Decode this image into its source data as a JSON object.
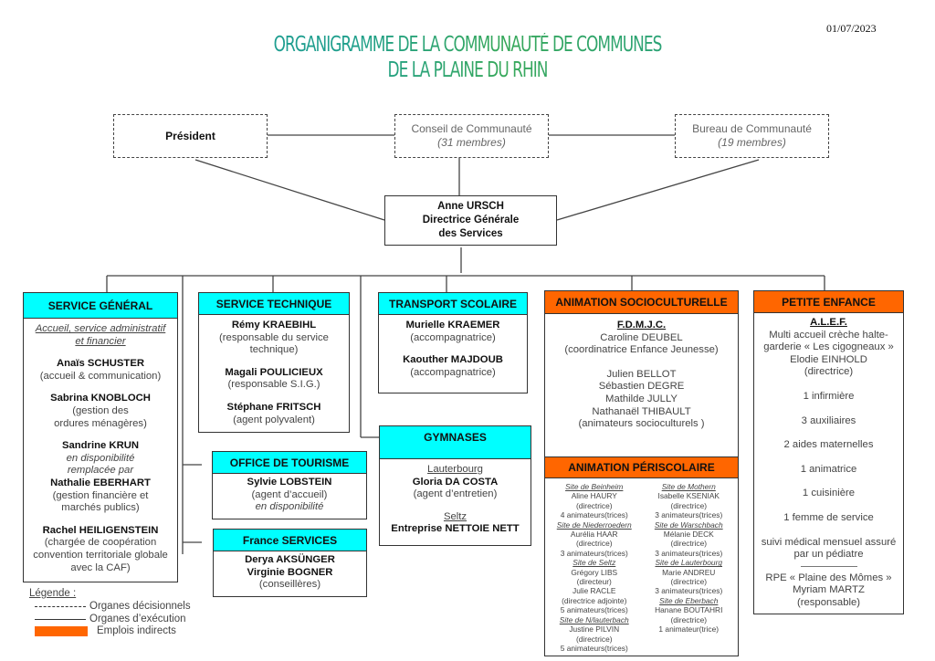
{
  "date": "01/07/2023",
  "title": {
    "line1": "ORGANIGRAMME DE LA COMMUNAUTÉ DE COMMUNES",
    "line2": "DE LA PLAINE DU RHIN"
  },
  "colors": {
    "service_header": "#00FFFF",
    "indirect_header": "#FF6600",
    "title": "#1B9A9A"
  },
  "governance": {
    "president": "Président",
    "conseil": {
      "name": "Conseil de Communauté",
      "members": "(31 membres)"
    },
    "bureau": {
      "name": "Bureau de Communauté",
      "members": "(19 membres)"
    }
  },
  "dgs": {
    "name": "Anne URSCH",
    "title_line1": "Directrice Générale",
    "title_line2": "des Services"
  },
  "service_general": {
    "header": "SERVICE GÉNÉRAL",
    "subtitle1": "Accueil, service administratif",
    "subtitle2": "et financier",
    "p1_name": "Anaïs SCHUSTER",
    "p1_role": "(accueil & communication)",
    "p2_name": "Sabrina KNOBLOCH",
    "p2_role1": "(gestion des",
    "p2_role2": "ordures ménagères)",
    "p3_name": "Sandrine KRUN",
    "p3_status": "en disponibilité",
    "p3_replaced": "remplacée par",
    "p3_repl_name": "Nathalie EBERHART",
    "p3_role1": "(gestion financière et",
    "p3_role2": "marchés publics)",
    "p4_name": "Rachel HEILIGENSTEIN",
    "p4_role1": "(chargée de coopération",
    "p4_role2": "convention territoriale globale",
    "p4_role3": "avec la CAF)"
  },
  "service_technique": {
    "header": "SERVICE TECHNIQUE",
    "p1_name": "Rémy KRAEBIHL",
    "p1_role1": "(responsable du service",
    "p1_role2": "technique)",
    "p2_name": "Magali POULICIEUX",
    "p2_role": "(responsable S.I.G.)",
    "p3_name": "Stéphane FRITSCH",
    "p3_role": "(agent polyvalent)"
  },
  "transport_scolaire": {
    "header": "TRANSPORT SCOLAIRE",
    "p1_name": "Murielle KRAEMER",
    "p1_role": "(accompagnatrice)",
    "p2_name": "Kaouther MAJDOUB",
    "p2_role": "(accompagnatrice)"
  },
  "gymnases": {
    "header": "GYMNASES",
    "site1": "Lauterbourg",
    "site1_name": "Gloria DA COSTA",
    "site1_role": "(agent d’entretien)",
    "site2": "Seltz",
    "site2_name": "Entreprise NETTOIE NETT"
  },
  "office_tourisme": {
    "header": "OFFICE DE TOURISME",
    "p1_name": "Sylvie LOBSTEIN",
    "p1_role": "(agent d’accueil)",
    "p1_status": "en disponibilité"
  },
  "france_services": {
    "header": "France SERVICES",
    "p1_name": "Derya AKSÜNGER",
    "p2_name": "Virginie BOGNER",
    "role": "(conseillères)"
  },
  "animation_socioculturelle": {
    "header": "ANIMATION SOCIOCULTURELLE",
    "org": "F.D.M.J.C.",
    "coord_name": "Caroline DEUBEL",
    "coord_role": "(coordinatrice Enfance Jeunesse)",
    "animators": [
      "Julien BELLOT",
      "Sébastien DEGRE",
      "Mathilde JULLY",
      "Nathanaël THIBAULT"
    ],
    "animators_role": "(animateurs socioculturels )"
  },
  "animation_periscolaire": {
    "header": "ANIMATION PÉRISCOLAIRE",
    "left_sites": [
      {
        "site": "Site de Beinheim",
        "lines": [
          "Aline HAURY",
          "(directrice)",
          "4 animateurs(trices)"
        ]
      },
      {
        "site": "Site de Niederroedern",
        "lines": [
          "Aurélia HAAR",
          "(directrice)",
          "3 animateurs(trices)"
        ]
      },
      {
        "site": "Site de Seltz",
        "lines": [
          "Grégory LIBS",
          "(directeur)",
          "Julie RACLE",
          "(directrice adjointe)",
          "5 animateurs(trices)"
        ]
      },
      {
        "site": "Site de N/lauterbach",
        "lines": [
          "Justine PILVIN",
          "(directrice)",
          "5 animateurs(trices)"
        ]
      }
    ],
    "right_sites": [
      {
        "site": "Site de Mothern",
        "lines": [
          "Isabelle KSENIAK",
          "(directrice)",
          "3 animateurs(trices)"
        ]
      },
      {
        "site": "Site de Warschbach",
        "lines": [
          "Mélanie DECK",
          "(directrice)",
          "3 animateurs(trices)"
        ]
      },
      {
        "site": "Site de Lauterbourg",
        "lines": [
          "Marie ANDREU",
          "(directrice)",
          "3 animateurs(trices)"
        ]
      },
      {
        "site": "Site de Eberbach",
        "lines": [
          "Hanane BOUTAHRI",
          "(directrice)",
          "1 animateur(trice)"
        ]
      }
    ]
  },
  "petite_enfance": {
    "header": "PETITE ENFANCE",
    "org": "A.L.E.F.",
    "structure1": "Multi accueil crèche halte-",
    "structure2": "garderie « Les cigogneaux »",
    "director_name": "Elodie EINHOLD",
    "director_role": "(directrice)",
    "staff": [
      "1 infirmière",
      "3 auxiliaires",
      "2 aides maternelles",
      "1 animatrice",
      "1 cuisinière",
      "1 femme de service"
    ],
    "medical1": "suivi médical mensuel assuré",
    "medical2": "par un pédiatre",
    "rpe_name": "RPE « Plaine des Mômes »",
    "rpe_person": "Myriam MARTZ",
    "rpe_role": "(responsable)"
  },
  "legend": {
    "title": "Légende :",
    "decisional": "Organes décisionnels",
    "execution": "Organes d’exécution",
    "indirect": "Emplois indirects"
  }
}
